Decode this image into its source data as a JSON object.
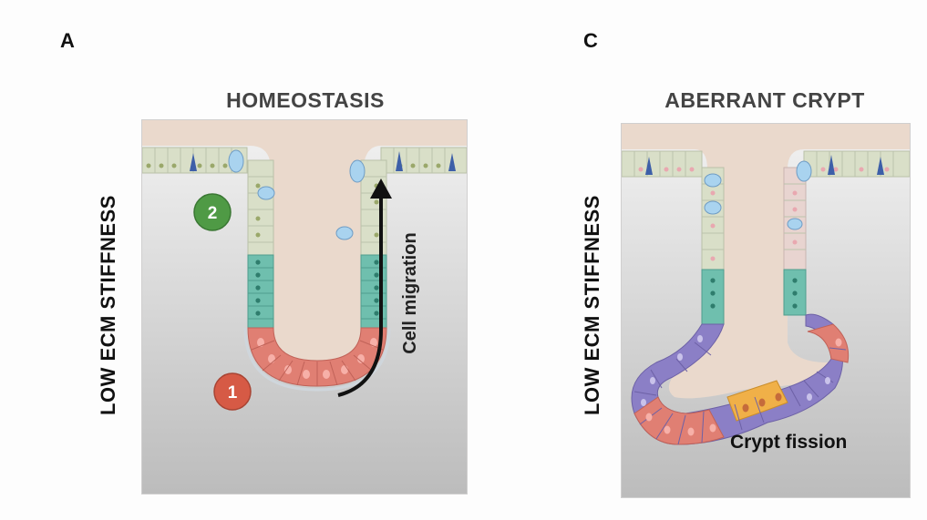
{
  "panels": [
    {
      "letter": "A",
      "title": "HOMEOSTASIS",
      "side_label": "LOW ECM STIFFNESS",
      "markers": [
        "2",
        "1"
      ],
      "arrow_label": "Cell migration"
    },
    {
      "letter": "C",
      "title": "ABERRANT CRYPT",
      "side_label": "LOW ECM STIFFNESS",
      "annotation": "Crypt fission"
    }
  ],
  "colors": {
    "lumen": "#ead9cc",
    "stroma_top": "#f1f1f1",
    "stroma_bottom": "#bdbdbd",
    "differentiated": "#d9dfc8",
    "transit_amplifying": "#6fbfae",
    "stem": "#e07f73",
    "stem_light": "#efa39a",
    "aberrant": "#8b7fc6",
    "mutant": "#f0b048",
    "enteroendocrine": "#3d5fa8",
    "goblet": "#a9d3ef",
    "marker_green": "#4f9a45",
    "marker_red": "#d65a45",
    "arrow": "#111111"
  }
}
